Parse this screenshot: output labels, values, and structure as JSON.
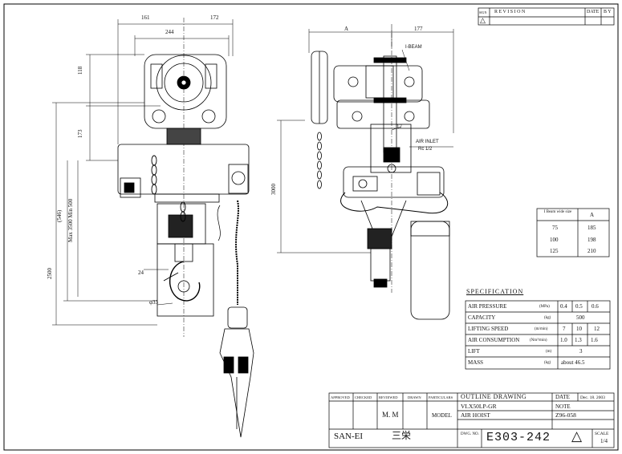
{
  "revision_block": {
    "sign_label": "SIGN",
    "revision_label": "R E V I S I O N",
    "date_label": "DATE",
    "by_label": "B Y",
    "revision_mark": "△"
  },
  "front_view": {
    "dim_161": "161",
    "dim_172": "172",
    "dim_244": "244",
    "dim_118": "118",
    "dim_173": "173",
    "dim_546": "(546)",
    "dim_max_min": "Max 3500 Min 500",
    "dim_2500": "2500",
    "dim_24": "24",
    "dim_33": "φ33"
  },
  "side_view": {
    "dim_A": "A",
    "dim_177": "177",
    "i_beam_label": "I-BEAM",
    "dim_17": "17",
    "air_inlet_label": "AIR INLET",
    "air_inlet_size": "Rc 1/2",
    "dim_3000": "3000"
  },
  "beam_table": {
    "header_col1": "I Beam wide size",
    "header_col2": "A",
    "rows": [
      [
        "75",
        "185"
      ],
      [
        "100",
        "198"
      ],
      [
        "125",
        "210"
      ]
    ]
  },
  "specification": {
    "title": "SPECIFICATION",
    "rows": [
      {
        "label": "AIR PRESSURE",
        "unit": "(MPa)",
        "values": [
          "0.4",
          "0.5",
          "0.6"
        ]
      },
      {
        "label": "CAPACITY",
        "unit": "(kg)",
        "values": [
          "500"
        ]
      },
      {
        "label": "LIFTING SPEED",
        "unit": "(m/min)",
        "values": [
          "7",
          "10",
          "12"
        ]
      },
      {
        "label": "AIR CONSUMPTION",
        "unit": "(Nm³/min)",
        "values": [
          "1.0",
          "1.3",
          "1.6"
        ]
      },
      {
        "label": "LIFT",
        "unit": "(m)",
        "values": [
          "3"
        ]
      },
      {
        "label": "MASS",
        "unit": "(kg)",
        "values": [
          "about 46.5"
        ]
      }
    ]
  },
  "title_block": {
    "approved": "APPROVED",
    "checked": "CHECKED",
    "reviewed": "REVIEWED",
    "drawn": "DRAWN",
    "particulars": "PARTICULARS",
    "drawing_title": "OUTLINE DRAWING",
    "date_label": "DATE",
    "date_value": "Dec. 18. 2003",
    "model_label": "MODEL",
    "model_value": "VLX50LP-GR",
    "note_label": "NOTE",
    "product": "AIR HOIST",
    "note_value": "Z96-058",
    "drawn_by": "M. M",
    "company": "SAN-EI",
    "company_jp": "三栄",
    "dwg_label": "DWG. NO.",
    "dwg_number": "E303-242",
    "dwg_mark": "△",
    "scale_label": "SCALE",
    "scale_value": "1/4"
  }
}
